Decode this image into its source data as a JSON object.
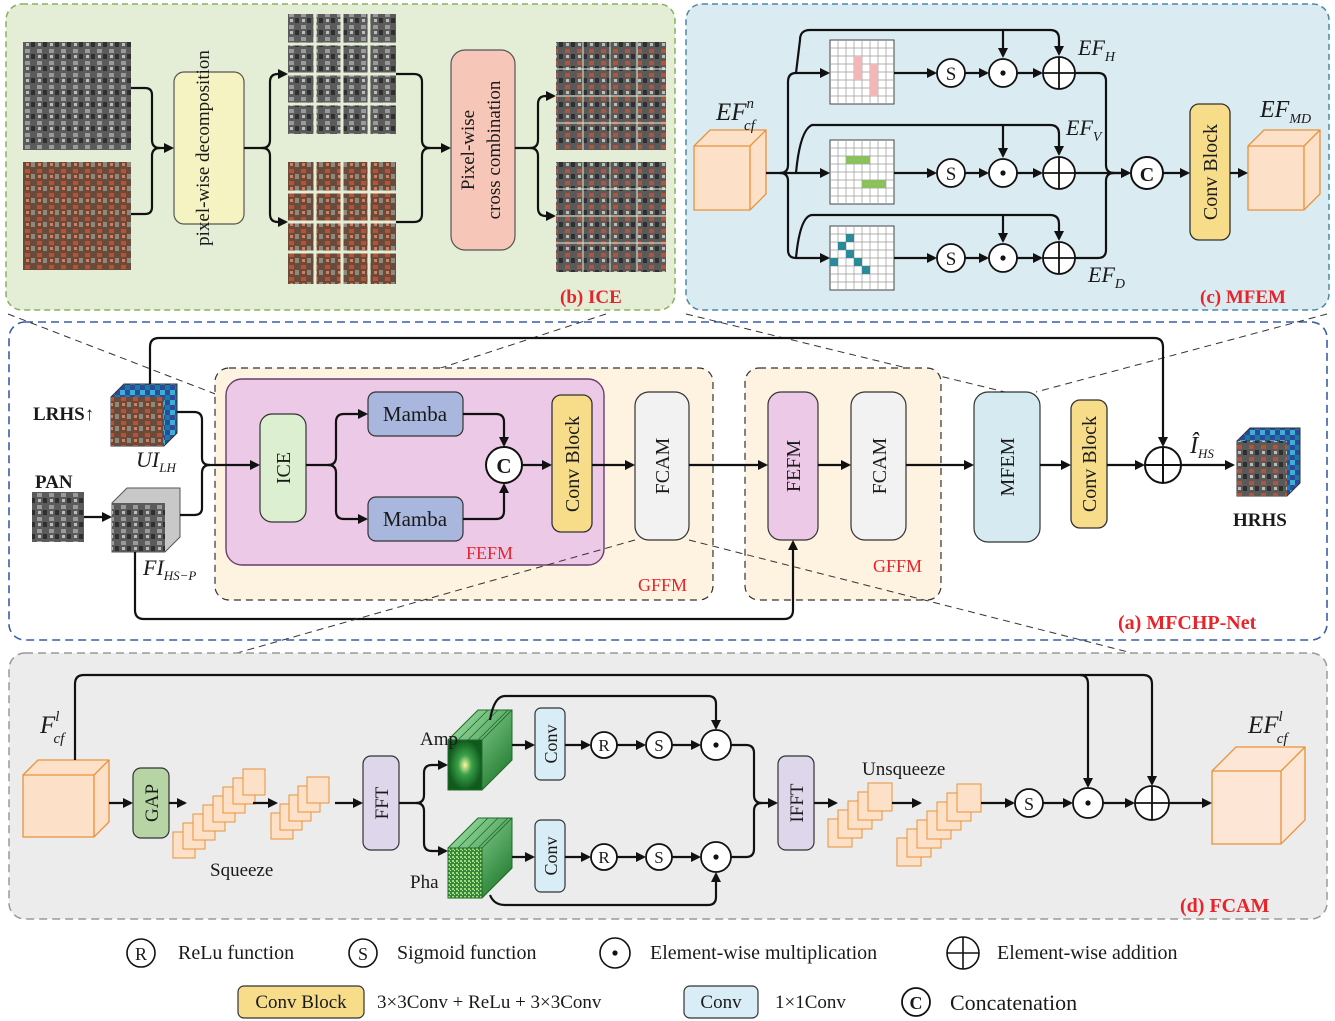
{
  "panels": {
    "ice": {
      "label": "(b) ICE",
      "decomposition": "pixel-wise decomposition",
      "combination_line1": "Pixel-wise",
      "combination_line2": "cross combination"
    },
    "mfem": {
      "label": "(c) MFEM",
      "input": "EF",
      "input_sup": "n",
      "input_sub": "cf",
      "out_h": "EF",
      "out_h_sub": "H",
      "out_v": "EF",
      "out_v_sub": "V",
      "out_d": "EF",
      "out_d_sub": "D",
      "output": "EF",
      "output_sub": "MD"
    },
    "net": {
      "label": "(a) MFCHP-Net",
      "lrhs": "LRHS",
      "pan": "PAN",
      "ui": "UI",
      "ui_sub": "LH",
      "fi": "FI",
      "fi_sub": "HS−P",
      "ice": "ICE",
      "mamba": "Mamba",
      "fefm": "FEFM",
      "fcam": "FCAM",
      "gffm": "GFFM",
      "mfem": "MFEM",
      "i_hat": "Î",
      "i_sub": "HS",
      "hrhs": "HRHS"
    },
    "fcam": {
      "label": "(d) FCAM",
      "input": "F",
      "input_sup": "l",
      "input_sub": "cf",
      "gap": "GAP",
      "squeeze": "Squeeze",
      "fft": "FFT",
      "amp": "Amp",
      "pha": "Pha",
      "ifft": "IFFT",
      "unsqueeze": "Unsqueeze",
      "output": "EF",
      "output_sup": "l",
      "output_sub": "cf"
    }
  },
  "ops": {
    "concat": "C",
    "sigmoid": "S",
    "relu": "R",
    "conv_block": "Conv Block",
    "conv": "Conv"
  },
  "legend": {
    "relu": "ReLu function",
    "sigmoid": "Sigmoid function",
    "mult": "Element-wise multiplication",
    "add": "Element-wise addition",
    "conv_block_desc": "3×3Conv + ReLu + 3×3Conv",
    "conv_desc": "1×1Conv",
    "concat": "Concatenation"
  },
  "colors": {
    "ice_bg": "#e4eed6",
    "ice_border": "#8ab05e",
    "mfem_bg": "#daebf2",
    "mfem_border": "#4a88a8",
    "net_border": "#3a5ea8",
    "fcam_bg": "#ececec",
    "fcam_border": "#9a9a9a",
    "gffm_bg": "#fdf3e0",
    "fefm_bg": "#ecc9e6",
    "fefm_border": "#6a3d6a",
    "mamba": "#a9b6dd",
    "conv_block": "#f7dd8a",
    "conv": "#d9edf6",
    "decomp": "#f5f3c2",
    "combine": "#f6c7b9",
    "ice_box": "#dcefd0",
    "fcam_box": "#f2f2f2",
    "mfem_box": "#d6eaf2",
    "cube": "#fde0c8",
    "gap": "#b6d4a4",
    "fft": "#ded6ea"
  }
}
